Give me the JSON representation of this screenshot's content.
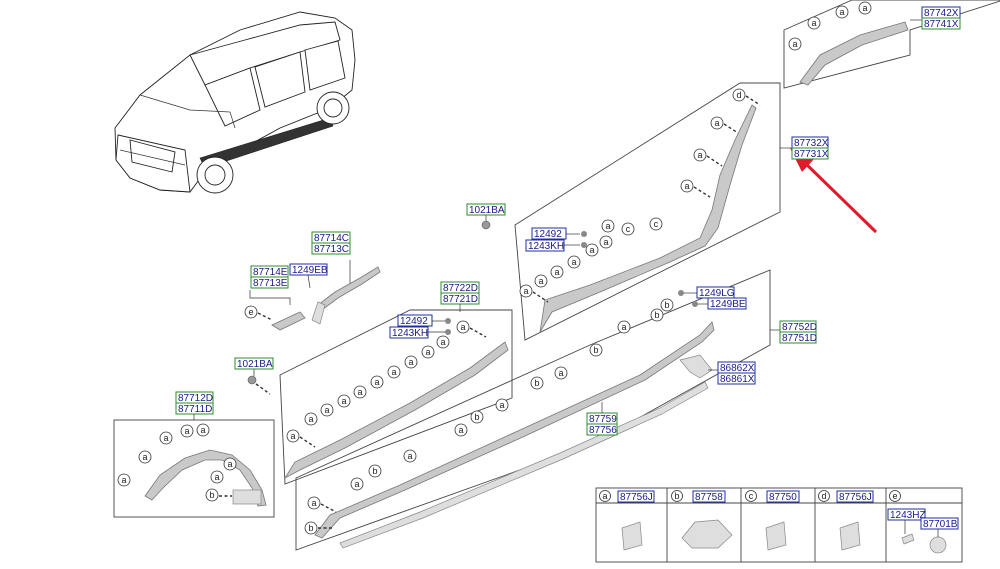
{
  "diagram": {
    "part_codes": {
      "rear_arch_upper": "87742X",
      "rear_arch_lower": "87741X",
      "rear_door_upper": "87732X",
      "rear_door_lower": "87731X",
      "front_fender_upper": "87714C",
      "front_fender_lower": "87713C",
      "fender_clip": "1249EB",
      "fender_small_upper": "87714E",
      "fender_small_lower": "87713E",
      "bolt_upper": "1021BA",
      "screw_a": "12492",
      "screw_b": "1243KH",
      "front_door_upper": "87722D",
      "front_door_lower": "87721D",
      "screw_c": "12492",
      "screw_d": "1243KH",
      "bolt_lower": "1021BA",
      "front_arch_upper": "87712D",
      "front_arch_lower": "87711D",
      "sill_clip_a": "1249LG",
      "sill_clip_b": "1249BE",
      "sill_upper": "87752D",
      "sill_lower": "87751D",
      "bracket_upper": "86862X",
      "bracket_lower": "86861X",
      "sill_mould_upper": "87759",
      "sill_mould_lower": "87756"
    },
    "callout_letters": [
      "a",
      "b",
      "c",
      "d",
      "e"
    ],
    "legend": [
      {
        "letter": "a",
        "code": "87756J"
      },
      {
        "letter": "b",
        "code": "87758"
      },
      {
        "letter": "c",
        "code": "87750"
      },
      {
        "letter": "d",
        "code": "87756J"
      },
      {
        "letter": "e",
        "code_upper": "1243HZ",
        "code_lower": "87701B"
      }
    ],
    "colors": {
      "code_box_green": "#2e8b2e",
      "code_box_blue": "#1c2fa0",
      "code_text": "#1a1a8c",
      "arrow_red": "#e0192b",
      "part_fill": "#c9c9c9"
    }
  }
}
